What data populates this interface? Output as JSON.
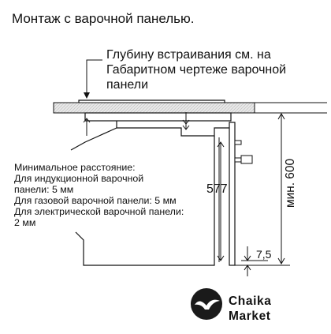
{
  "title": "Монтаж с варочной панелью.",
  "depth_note": {
    "line1": "Глубину встраивания см. на",
    "line2": "Габаритном чертеже варочной",
    "line3": "панели"
  },
  "clearance": {
    "lines": [
      "Минимальное расстояние:",
      "Для индукционной варочной",
      "панели: 5 мм",
      "Для газовой варочной панели: 5 мм",
      "Для электрической варочной панели:",
      "2 мм"
    ]
  },
  "dimensions": {
    "height_577": "577",
    "min_600": "мин. 600",
    "gap_7_5": "7,5"
  },
  "logo": {
    "line1": "Chaika",
    "line2": "Market",
    "icon": "seagull-icon"
  },
  "colors": {
    "line": "#111111",
    "worktop_fill": "#e6e6e6",
    "logo_circle": "#1a1a1a"
  }
}
